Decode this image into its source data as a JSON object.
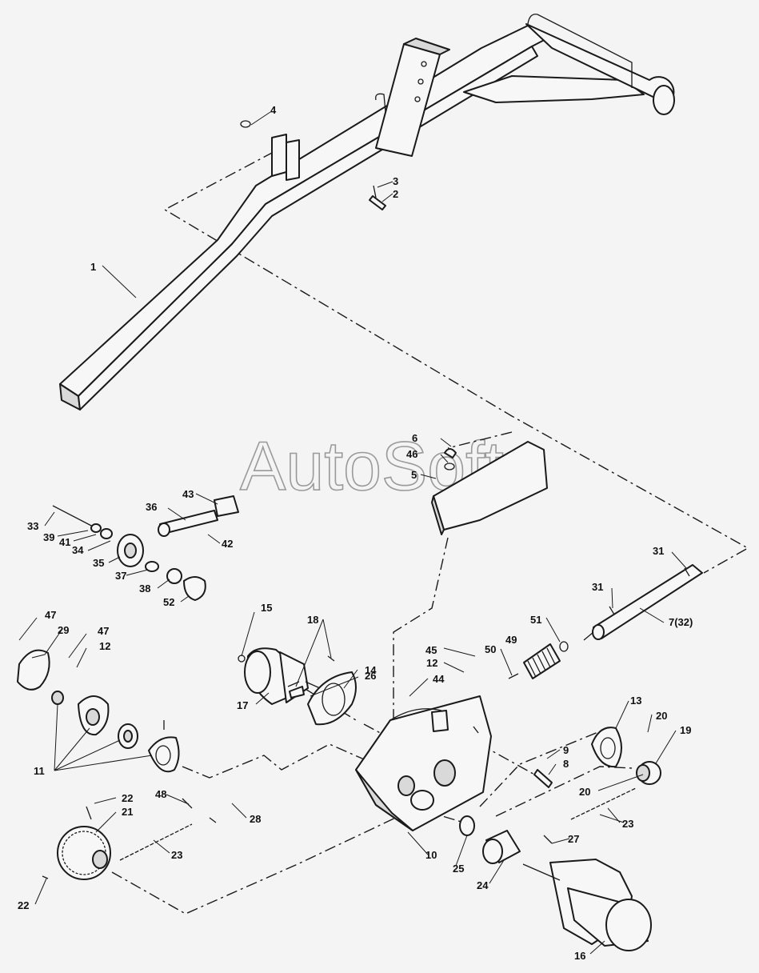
{
  "watermark": "AutoSoft",
  "callouts": [
    "1",
    "2",
    "3",
    "4",
    "5",
    "6",
    "46",
    "43",
    "36",
    "33",
    "39",
    "41",
    "34",
    "35",
    "37",
    "38",
    "52",
    "42",
    "15",
    "18",
    "26",
    "14",
    "17",
    "31",
    "31",
    "7(32)",
    "51",
    "49",
    "50",
    "45",
    "12",
    "44",
    "47",
    "29",
    "47",
    "12",
    "11",
    "13",
    "20",
    "19",
    "9",
    "8",
    "20",
    "23",
    "22",
    "21",
    "48",
    "28",
    "23",
    "22",
    "10",
    "25",
    "24",
    "27",
    "16"
  ]
}
